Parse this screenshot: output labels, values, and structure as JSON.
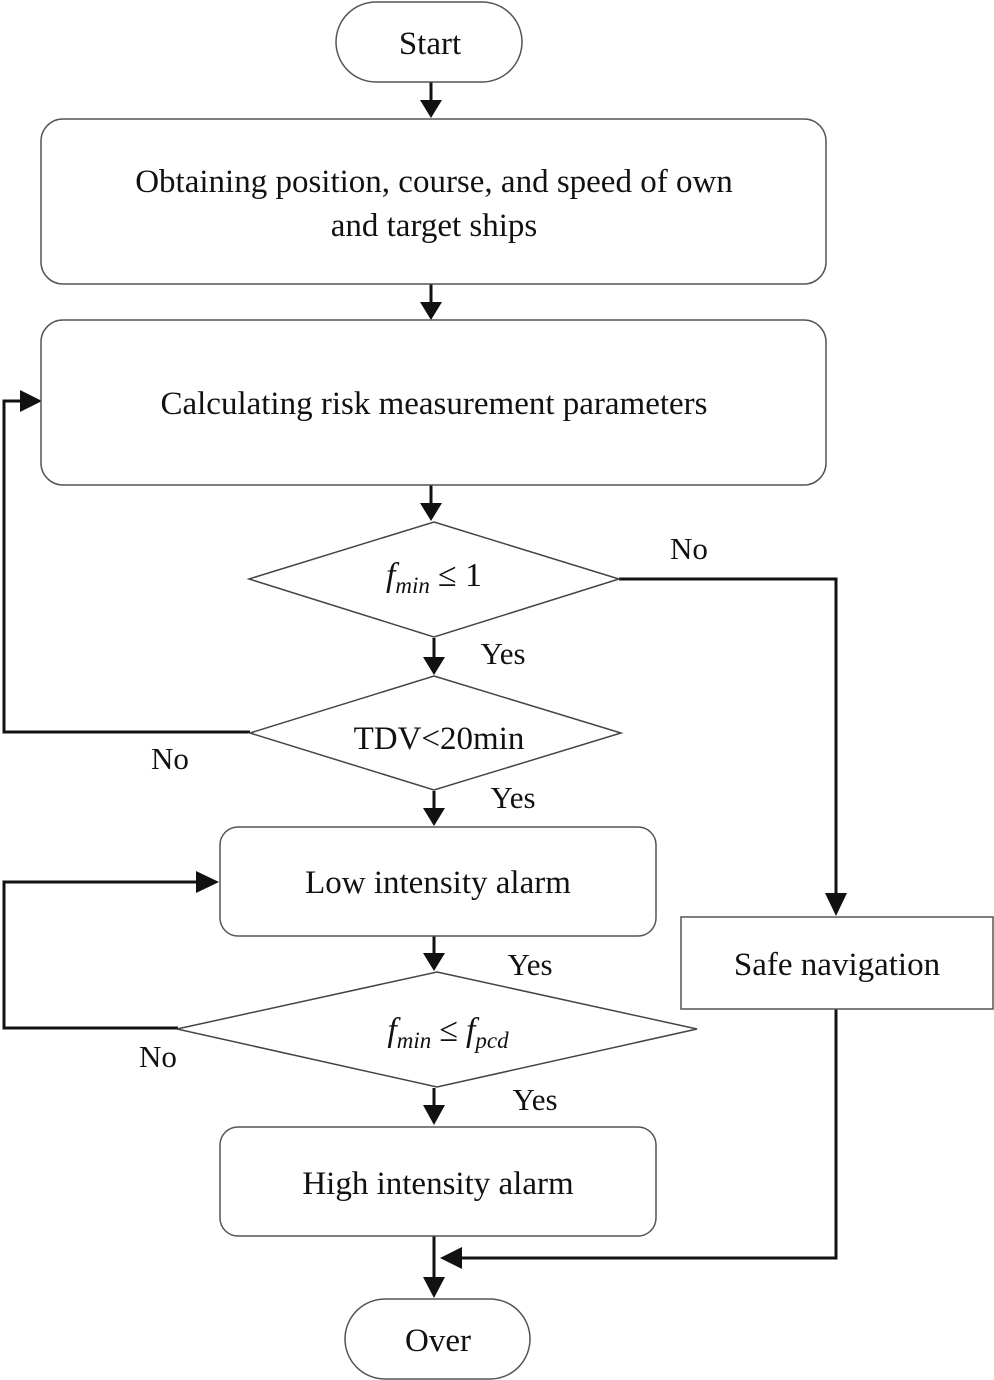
{
  "nodes": {
    "start": "Start",
    "obtain_line1": "Obtaining position, course, and speed of own",
    "obtain_line2": "and target ships",
    "calc": "Calculating risk measurement parameters",
    "cond1": {
      "f": "f",
      "sub": "min",
      "op": "≤ 1"
    },
    "cond2": "TDV<20min",
    "low_alarm": "Low intensity alarm",
    "cond3": {
      "f": "f",
      "sub": "min",
      "op": "≤",
      "f2": "f",
      "sub2": "pcd"
    },
    "high_alarm": "High intensity alarm",
    "safe": "Safe navigation",
    "end": "Over"
  },
  "edge_labels": {
    "cond1_yes": "Yes",
    "cond1_no": "No",
    "cond2_yes": "Yes",
    "cond2_no": "No",
    "low_yes": "Yes",
    "cond3_yes": "Yes",
    "cond3_no": "No"
  }
}
